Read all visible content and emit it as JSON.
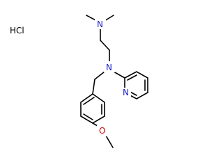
{
  "salt": "HCl",
  "atoms": {
    "amine_n_top": "N",
    "amine_n_center": "N",
    "pyridine_n": "N",
    "ether_o": "O"
  },
  "colors": {
    "bond": "#000000",
    "nitrogen": "#1f24c8",
    "oxygen": "#d80000",
    "salt": "#000000",
    "background": "#ffffff"
  }
}
